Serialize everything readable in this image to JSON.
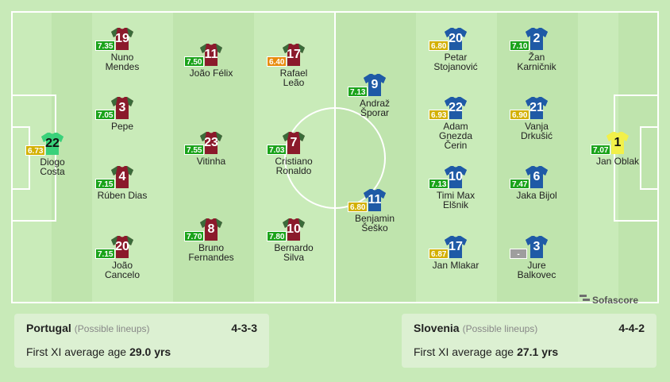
{
  "colors": {
    "portugal_kit": "#8b1a2b",
    "portugal_sleeve": "#3a6b3a",
    "portugal_gk_kit": "#3ad17a",
    "slovenia_kit": "#1f5aa6",
    "slovenia_gk_kit": "#f2f04a",
    "rating_green": "#1ba31b",
    "rating_yellow": "#d3b000",
    "rating_orange": "#e88b0e",
    "rating_gray": "#9e9e9e"
  },
  "home_players": [
    {
      "number": "22",
      "name": "Diogo\nCosta",
      "rating": "6.73",
      "rating_color": "yellow",
      "gk": true
    },
    {
      "number": "19",
      "name": "Nuno\nMendes",
      "rating": "7.35",
      "rating_color": "green"
    },
    {
      "number": "3",
      "name": "Pepe",
      "rating": "7.05",
      "rating_color": "green"
    },
    {
      "number": "4",
      "name": "Rúben Dias",
      "rating": "7.15",
      "rating_color": "green"
    },
    {
      "number": "20",
      "name": "João\nCancelo",
      "rating": "7.15",
      "rating_color": "green"
    },
    {
      "number": "11",
      "name": "João Félix",
      "rating": "7.50",
      "rating_color": "green"
    },
    {
      "number": "23",
      "name": "Vitinha",
      "rating": "7.55",
      "rating_color": "green"
    },
    {
      "number": "8",
      "name": "Bruno\nFernandes",
      "rating": "7.70",
      "rating_color": "green"
    },
    {
      "number": "17",
      "name": "Rafael\nLeão",
      "rating": "6.40",
      "rating_color": "orange"
    },
    {
      "number": "7",
      "name": "Cristiano\nRonaldo",
      "rating": "7.03",
      "rating_color": "green"
    },
    {
      "number": "10",
      "name": "Bernardo\nSilva",
      "rating": "7.80",
      "rating_color": "green"
    }
  ],
  "away_players": [
    {
      "number": "9",
      "name": "Andraž\nŠporar",
      "rating": "7.13",
      "rating_color": "green"
    },
    {
      "number": "11",
      "name": "Benjamin\nŠeško",
      "rating": "6.80",
      "rating_color": "yellow"
    },
    {
      "number": "20",
      "name": "Petar\nStojanović",
      "rating": "6.80",
      "rating_color": "yellow"
    },
    {
      "number": "22",
      "name": "Adam\nGnezda\nČerin",
      "rating": "6.93",
      "rating_color": "yellow"
    },
    {
      "number": "10",
      "name": "Timi Max\nElšnik",
      "rating": "7.13",
      "rating_color": "green"
    },
    {
      "number": "17",
      "name": "Jan Mlakar",
      "rating": "6.87",
      "rating_color": "yellow"
    },
    {
      "number": "2",
      "name": "Žan\nKarničnik",
      "rating": "7.10",
      "rating_color": "green"
    },
    {
      "number": "21",
      "name": "Vanja\nDrkušić",
      "rating": "6.90",
      "rating_color": "yellow"
    },
    {
      "number": "6",
      "name": "Jaka Bijol",
      "rating": "7.47",
      "rating_color": "green"
    },
    {
      "number": "3",
      "name": "Jure\nBalkovec",
      "rating": "-",
      "rating_color": "gray"
    },
    {
      "number": "1",
      "name": "Jan Oblak",
      "rating": "7.07",
      "rating_color": "green",
      "gk": true
    }
  ],
  "watermark": "Sofascore",
  "home_team": {
    "name": "Portugal",
    "note": "(Possible lineups)",
    "formation": "4-3-3",
    "age_label": "First XI average age",
    "age_value": "29.0 yrs"
  },
  "away_team": {
    "name": "Slovenia",
    "note": "(Possible lineups)",
    "formation": "4-4-2",
    "age_label": "First XI average age",
    "age_value": "27.1 yrs"
  }
}
